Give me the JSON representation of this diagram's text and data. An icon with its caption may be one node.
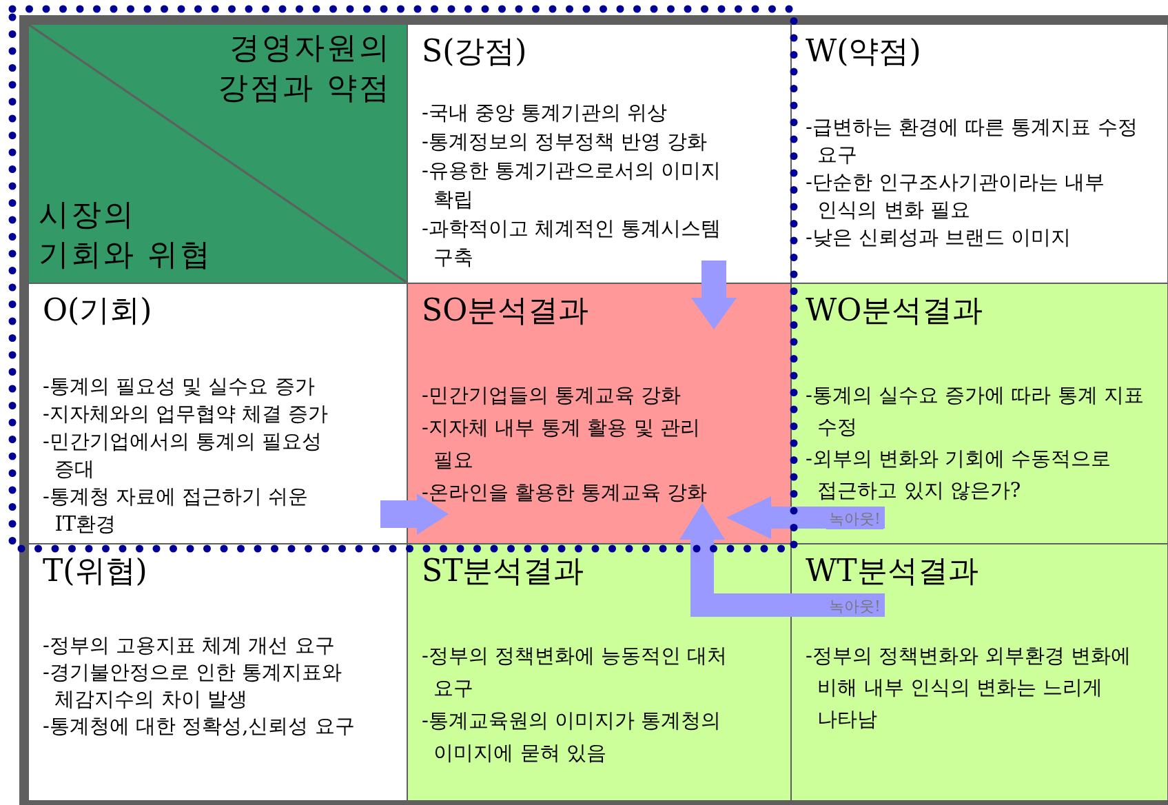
{
  "diagram": {
    "nodes": [
      {
        "text": [
          "경영자원의 강점과 약점",
          "시장의 기회와 위협"
        ]
      },
      {
        "text": [
          "S(강점)",
          "-국내 중앙 통계기관의 위상",
          "-통계정보의 정부정책 반영 강화",
          "-유용한 통계기관으로서의 이미지 확립",
          "-과학적이고 체계적인 통계시스템 구축"
        ]
      },
      {
        "text": [
          "W(약점)",
          "-급변하는 환경에 따른 통계지표 수정 요구",
          "-단순한 인구조사기관이라는 내부 인식의 변화 필요",
          "-낮은 신뢰성과 브랜드 이미지"
        ]
      },
      {
        "text": [
          "O(기회)",
          "-통계의 필요성 및 실수요 증가",
          "-지자체와의 업무협약 체결 증가",
          "-민간기업에서의 통계의 필요성 증대",
          "-통계청 자료에 접근하기 쉬운 IT환경"
        ]
      },
      {
        "text": [
          "SO분석결과",
          "-민간기업들의 통계교육 강화",
          "-지자체 내부 통계 활용 및 관리 필요",
          "-온라인을 활용한 통계교육 강화"
        ]
      },
      {
        "text": [
          "WO분석결과",
          "-통계의 실수요 증가에 따라 통계 지표 수정",
          "-외부의 변화와 기회에 수동적으로 접근하고 있지 않은가?"
        ]
      },
      {
        "text": [
          "T(위협)",
          "-정부의 고용지표 체계 개선 요구",
          "-경기불안정으로 인한 통계지표와 체감지수의 차이 발생",
          "-통계청에 대한 정확성,신뢰성 요구"
        ]
      },
      {
        "text": [
          "ST분석결과",
          "-정부의 정책변화에 능동적인 대처 요구",
          "-통계교육원의 이미지가 통계청의 이미지에 묻혀 있음"
        ]
      },
      {
        "text": [
          "WT분석결과",
          "-정부의 정책변화와 외부환경 변화에 비해 내부 인식의 변화는 느리게 나타남"
        ]
      }
    ],
    "edges": [
      {
        "from": 1,
        "to": 4,
        "arrow": "to"
      },
      {
        "from": 3,
        "to": 4,
        "arrow": "to"
      },
      {
        "from": 5,
        "to": 4,
        "arrow": "to",
        "label": "녹아웃!"
      },
      {
        "from": 8,
        "to": 4,
        "arrow": "to",
        "label": "녹아웃!"
      }
    ]
  }
}
